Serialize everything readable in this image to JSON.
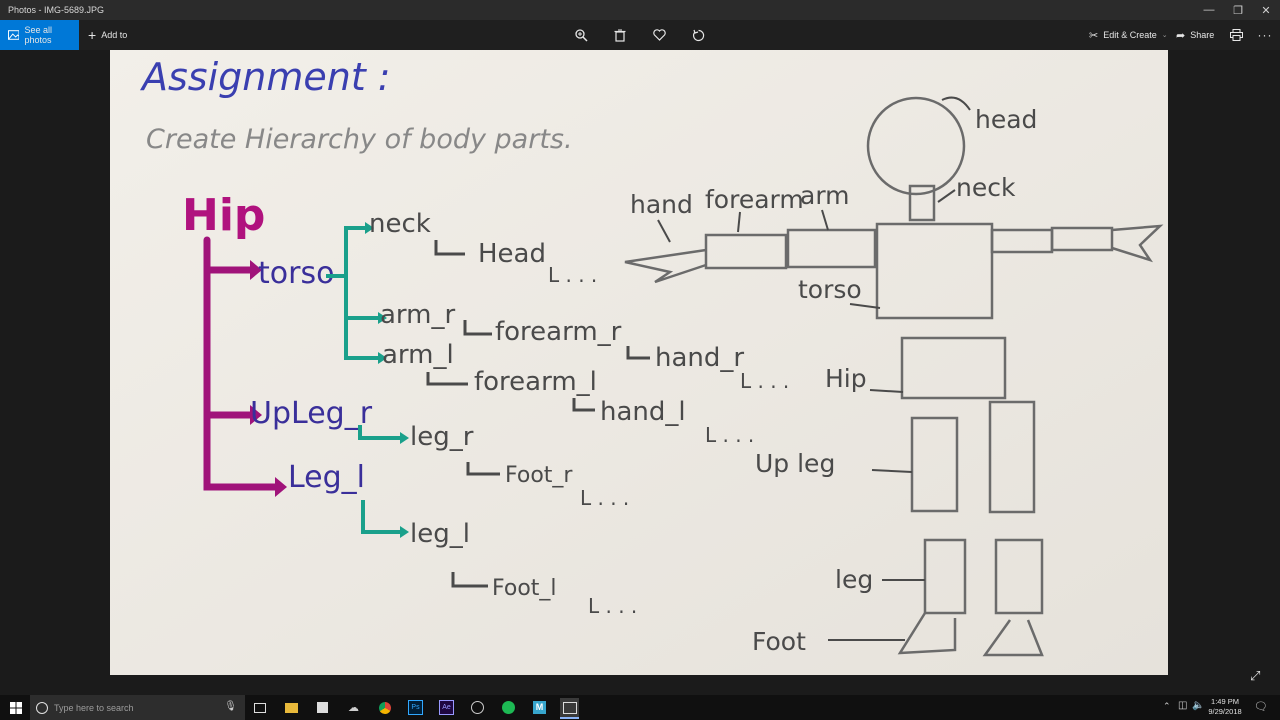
{
  "window": {
    "title": "Photos - IMG-5689.JPG"
  },
  "toolbar": {
    "see_all": "See all photos",
    "add_to": "Add to",
    "edit_create": "Edit & Create",
    "share": "Share",
    "icons": [
      "zoom-icon",
      "delete-icon",
      "heart-icon",
      "rotate-icon",
      "print-icon",
      "more-icon"
    ]
  },
  "photo": {
    "assignment": "Assignment :",
    "subtitle": "Create Hierarchy of body parts.",
    "tree": {
      "hip": "Hip",
      "torso": "torso",
      "upleg_r": "UpLeg_r",
      "leg_l": "Leg_l",
      "neck": "neck",
      "head": "Head",
      "arm_r": "arm_r",
      "forearm_r": "forearm_r",
      "hand_r": "hand_r",
      "arm_l": "arm_l",
      "forearm_l": "forearm_l",
      "hand_l": "hand_l",
      "leg_r": "leg_r",
      "foot_r": "Foot_r",
      "leg_l2": "leg_l",
      "foot_l": "Foot_l",
      "ellipsis": "L . . ."
    },
    "figure_labels": {
      "head": "head",
      "neck": "neck",
      "hand": "hand",
      "forearm": "forearm",
      "arm": "arm",
      "torso": "torso",
      "hip": "Hip",
      "upleg": "Up leg",
      "leg": "leg",
      "foot": "Foot"
    }
  },
  "taskbar": {
    "search_placeholder": "Type here to search",
    "time": "1:49 PM",
    "date": "9/29/2018"
  }
}
